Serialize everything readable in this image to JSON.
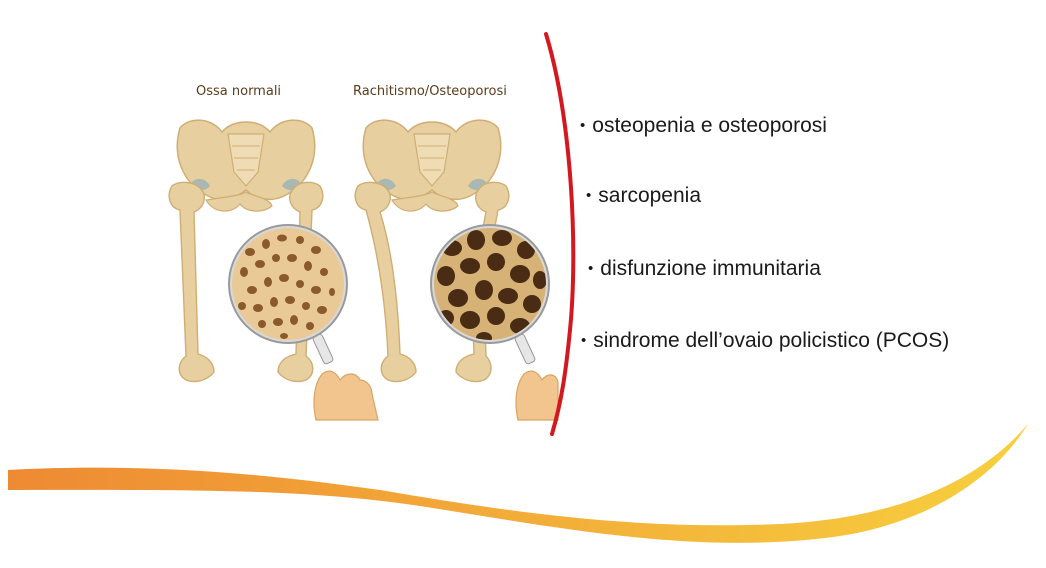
{
  "figures": {
    "normal_label": "Ossa normali",
    "disease_label": "Rachitismo/Osteoporosi"
  },
  "conditions": [
    {
      "text": "osteopenia e osteoporosi"
    },
    {
      "text": "sarcopenia"
    },
    {
      "text": "disfunzione immunitaria"
    },
    {
      "text": "sindrome dell’ovaio policistico (PCOS)"
    }
  ],
  "bullet_glyph": "•",
  "colors": {
    "bone": "#e8cf9f",
    "bone_outline": "#cfae74",
    "cartilage": "#a9b8b2",
    "divider": "#d3181f",
    "wave_start": "#ee8a33",
    "wave_end": "#f7cf3e",
    "skin": "#f2c58f",
    "trabecula_normal": "#e9c996",
    "pore_normal": "#8a5a2b",
    "trabecula_disease": "#d6b277",
    "pore_disease": "#4a2c14"
  }
}
